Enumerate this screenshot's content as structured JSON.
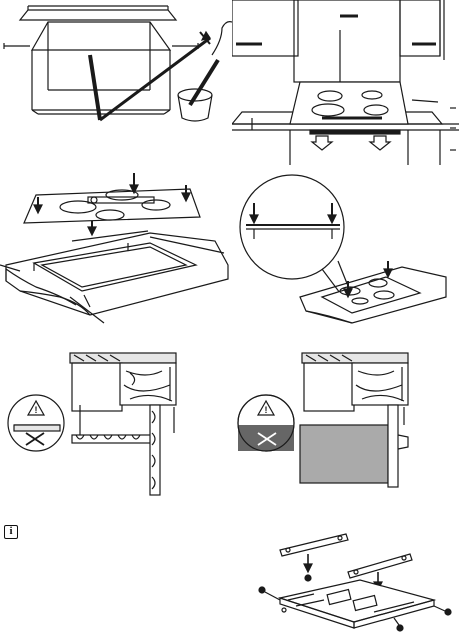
{
  "page": {
    "figures": [
      {
        "id": "fig-cabinet-cutout"
      },
      {
        "id": "fig-hob-in-kitchen"
      },
      {
        "id": "fig-hob-seal-install"
      },
      {
        "id": "fig-hob-clamp-detail"
      },
      {
        "id": "fig-section-drawer"
      },
      {
        "id": "fig-section-oven"
      },
      {
        "id": "fig-bracket-assembly"
      }
    ],
    "info_icon": {
      "glyph": "i",
      "name": "info-icon"
    },
    "warning_glyph": "!"
  },
  "colors": {
    "line": "#1a1a1a",
    "fill_gray": "#aaaaaa",
    "fill_light": "#e6e6e6",
    "fill_dark": "#666666",
    "background": "#ffffff"
  }
}
